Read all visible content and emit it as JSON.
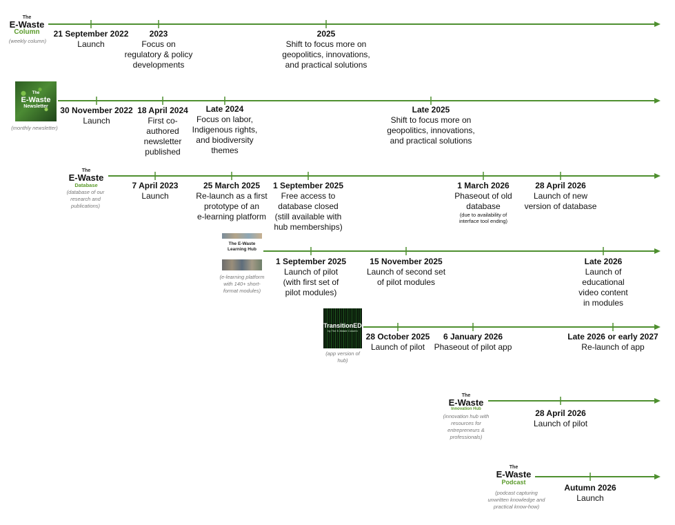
{
  "colors": {
    "line": "#4e8f2f",
    "accent": "#5a9a2a",
    "text": "#111111",
    "note": "#777777"
  },
  "rows": [
    {
      "id": "column",
      "logo": {
        "the": "The",
        "name": "E-Waste",
        "sub": "Column"
      },
      "description": "(weekly column)",
      "events": [
        {
          "date": "21 September 2022",
          "text": [
            "Launch"
          ]
        },
        {
          "date": "2023",
          "text": [
            "Focus on",
            "regulatory & policy",
            "developments"
          ]
        },
        {
          "date": "2025",
          "text": [
            "Shift to focus more on",
            "geopolitics, innovations,",
            "and practical solutions"
          ]
        }
      ]
    },
    {
      "id": "newsletter",
      "logo": {
        "the": "The",
        "name": "E-Waste",
        "sub": "Newsletter"
      },
      "description": "(monthly newsletter)",
      "events": [
        {
          "date": "30 November 2022",
          "text": [
            "Launch"
          ]
        },
        {
          "date": "18 April 2024",
          "text": [
            "First co-",
            "authored",
            "newsletter",
            "published"
          ]
        },
        {
          "date": "Late 2024",
          "text": [
            "Focus on labor,",
            "Indigenous rights,",
            "and biodiversity",
            "themes"
          ]
        },
        {
          "date": "Late 2025",
          "text": [
            "Shift to focus more on",
            "geopolitics, innovations,",
            "and practical solutions"
          ]
        }
      ]
    },
    {
      "id": "database",
      "logo": {
        "the": "The",
        "name": "E-Waste",
        "sub": "Database"
      },
      "description": "(database of our research and publications)",
      "events": [
        {
          "date": "7 April 2023",
          "text": [
            "Launch"
          ]
        },
        {
          "date": "25 March 2025",
          "text": [
            "Re-launch as a first",
            "prototype of an",
            "e-learning platform"
          ]
        },
        {
          "date": "1 September 2025",
          "text": [
            "Free access to",
            "database closed",
            "(still available with",
            "hub memberships)"
          ]
        },
        {
          "date": "1 March 2026",
          "text": [
            "Phaseout of old",
            "database"
          ],
          "note": [
            "(due to availability of",
            "interface tool ending)"
          ]
        },
        {
          "date": "28 April 2026",
          "text": [
            "Launch of new",
            "version of database"
          ]
        }
      ]
    },
    {
      "id": "learning-hub",
      "logo": {
        "name": "The E-Waste",
        "sub": "Learning Hub"
      },
      "description": "(e-learning platform with 140+ short-format modules)",
      "events": [
        {
          "date": "1 September 2025",
          "text": [
            "Launch of pilot",
            "(with first set of",
            "pilot modules)"
          ]
        },
        {
          "date": "15 November 2025",
          "text": [
            "Launch of second set",
            "of pilot modules"
          ]
        },
        {
          "date": "Late 2026",
          "text": [
            "Launch of",
            "educational",
            "video content",
            "in modules"
          ]
        }
      ]
    },
    {
      "id": "transitioned",
      "logo": {
        "name": "TransitionED",
        "sub": "by The E-Waste Column"
      },
      "description": "(app version of hub)",
      "events": [
        {
          "date": "28 October 2025",
          "text": [
            "Launch of pilot"
          ]
        },
        {
          "date": "6 January 2026",
          "text": [
            "Phaseout of pilot app"
          ]
        },
        {
          "date": "Late 2026 or early 2027",
          "text": [
            "Re-launch of app"
          ]
        }
      ]
    },
    {
      "id": "innovation-hub",
      "logo": {
        "the": "The",
        "name": "E-Waste",
        "sub": "Innovation Hub"
      },
      "description": "(innovation hub with resources for entrepreneurs & professionals)",
      "events": [
        {
          "date": "28 April 2026",
          "text": [
            "Launch of pilot"
          ]
        }
      ]
    },
    {
      "id": "podcast",
      "logo": {
        "the": "The",
        "name": "E-Waste",
        "sub": "Podcast"
      },
      "description": "(podcast capturing unwritten knowledge and practical know-how)",
      "events": [
        {
          "date": "Autumn 2026",
          "text": [
            "Launch"
          ]
        }
      ]
    }
  ]
}
